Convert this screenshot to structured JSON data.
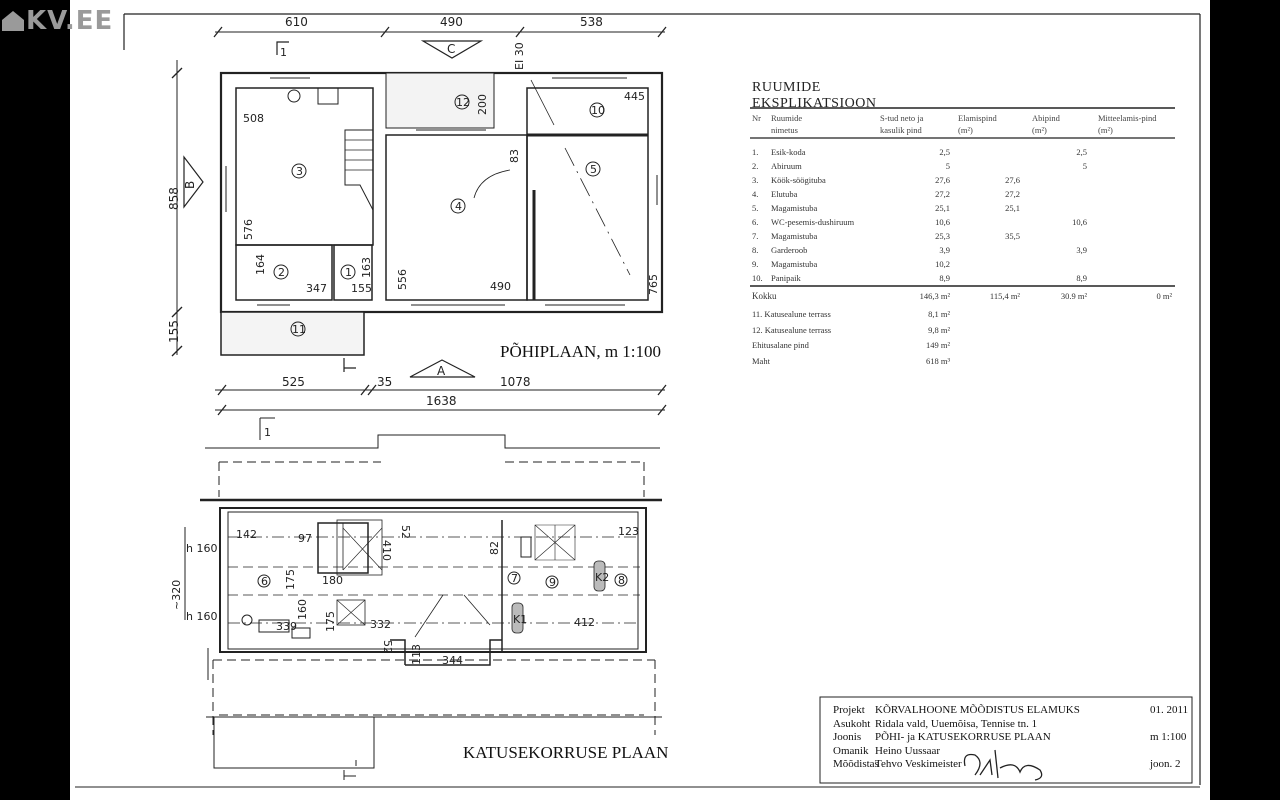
{
  "watermark": "KV.EE",
  "ground_plan": {
    "title": "PÕHIPLAAN, m 1:100",
    "top_dims": [
      "610",
      "490",
      "538"
    ],
    "bottom_dims": [
      "525",
      "35",
      "1078"
    ],
    "total_width": "1638",
    "left_dims": [
      "858",
      "155"
    ],
    "section_marks": [
      "A",
      "B",
      "C",
      "1"
    ],
    "room_numbers": [
      "1",
      "2",
      "3",
      "4",
      "5",
      "10",
      "11",
      "12"
    ],
    "inner_dims": [
      "508",
      "576",
      "164",
      "347",
      "155",
      "163",
      "556",
      "490",
      "765",
      "445",
      "200",
      "83",
      "EI 30"
    ]
  },
  "attic_plan": {
    "title": "KATUSEKORRUSE PLAAN",
    "room_numbers": [
      "6",
      "7",
      "8",
      "9"
    ],
    "inner_dims": [
      "142",
      "97",
      "52",
      "410",
      "82",
      "123",
      "175",
      "180",
      "160",
      "339",
      "175",
      "332",
      "113",
      "344",
      "52",
      "412"
    ],
    "heights": [
      "h 160",
      "h 160"
    ],
    "width_dim": "~320",
    "chimneys": [
      "K1",
      "K2"
    ],
    "section_mark": "1"
  },
  "explication": {
    "title": "RUUMIDE EKSPLIKATSIOON",
    "headers": [
      "Nr",
      "Ruumide nimetus",
      "S-tud neto ja kasulik pind",
      "Elamispind (m²)",
      "Abipind (m²)",
      "Mitteelamis-pind (m²)"
    ],
    "rows": [
      {
        "nr": "1.",
        "name": "Esik-koda",
        "net": "2,5",
        "living": "",
        "aux": "2,5"
      },
      {
        "nr": "2.",
        "name": "Abiruum",
        "net": "5",
        "living": "",
        "aux": "5"
      },
      {
        "nr": "3.",
        "name": "Köök-söögituba",
        "net": "27,6",
        "living": "27,6",
        "aux": ""
      },
      {
        "nr": "4.",
        "name": "Elutuba",
        "net": "27,2",
        "living": "27,2",
        "aux": ""
      },
      {
        "nr": "5.",
        "name": "Magamistuba",
        "net": "25,1",
        "living": "25,1",
        "aux": ""
      },
      {
        "nr": "6.",
        "name": "WC-pesemis-dushiruum",
        "net": "10,6",
        "living": "",
        "aux": "10,6"
      },
      {
        "nr": "7.",
        "name": "Magamistuba",
        "net": "25,3",
        "living": "35,5",
        "aux": ""
      },
      {
        "nr": "8.",
        "name": "Garderoob",
        "net": "3,9",
        "living": "",
        "aux": "3,9"
      },
      {
        "nr": "9.",
        "name": "Magamistuba",
        "net": "10,2",
        "living": "",
        "aux": ""
      },
      {
        "nr": "10.",
        "name": "Panipaik",
        "net": "8,9",
        "living": "",
        "aux": "8,9"
      }
    ],
    "total": {
      "label": "Kokku",
      "net": "146,3 m²",
      "living": "115,4 m²",
      "aux": "30.9 m²",
      "nonliving": "0 m²"
    },
    "extras": [
      {
        "label": "11.  Katusealune terrass",
        "value": "8,1 m²"
      },
      {
        "label": "12.  Katusealune terrass",
        "value": "9,8 m²"
      },
      {
        "label": "Ehitusalane pind",
        "value": "149 m²"
      },
      {
        "label": "Maht",
        "value": "618 m³"
      }
    ]
  },
  "title_block": {
    "rows": [
      {
        "label": "Projekt",
        "value": "KÕRVALHOONE MÕÕDISTUS ELAMUKS",
        "right": "01. 2011"
      },
      {
        "label": "Asukoht",
        "value": "Ridala vald, Uuemõisa, Tennise tn. 1",
        "right": ""
      },
      {
        "label": "Joonis",
        "value": "PÕHI- ja KATUSEKORRUSE PLAAN",
        "right": "m 1:100"
      },
      {
        "label": "Omanik",
        "value": "Heino Uussaar",
        "right": ""
      },
      {
        "label": "Mõõdistas",
        "value": "Tehvo Veskimeister",
        "right": "joon. 2"
      }
    ]
  }
}
